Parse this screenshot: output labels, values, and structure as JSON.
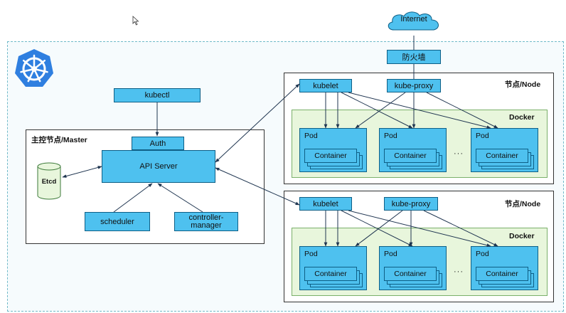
{
  "internet": "Internet",
  "firewall": "防火墙",
  "master": {
    "title": "主控节点/Master",
    "kubectl": "kubectl",
    "auth": "Auth",
    "api_server": "API Server",
    "etcd": "Etcd",
    "scheduler": "scheduler",
    "controller_manager": "controller-\nmanager"
  },
  "nodes": [
    {
      "title": "节点/Node",
      "kubelet": "kubelet",
      "kube_proxy": "kube-proxy",
      "docker": "Docker",
      "pods": [
        {
          "title": "Pod",
          "container": "Container"
        },
        {
          "title": "Pod",
          "container": "Container"
        },
        {
          "title": "Pod",
          "container": "Container"
        }
      ],
      "ellipsis": "···"
    },
    {
      "title": "节点/Node",
      "kubelet": "kubelet",
      "kube_proxy": "kube-proxy",
      "docker": "Docker",
      "pods": [
        {
          "title": "Pod",
          "container": "Container"
        },
        {
          "title": "Pod",
          "container": "Container"
        },
        {
          "title": "Pod",
          "container": "Container"
        }
      ],
      "ellipsis": "···"
    }
  ],
  "colors": {
    "component_fill": "#4ec1ef",
    "docker_fill": "#e8f6dc",
    "logo": "#2f7fe0"
  },
  "icons": [
    "kubernetes-logo",
    "cloud-icon",
    "cursor-icon",
    "database-icon"
  ]
}
